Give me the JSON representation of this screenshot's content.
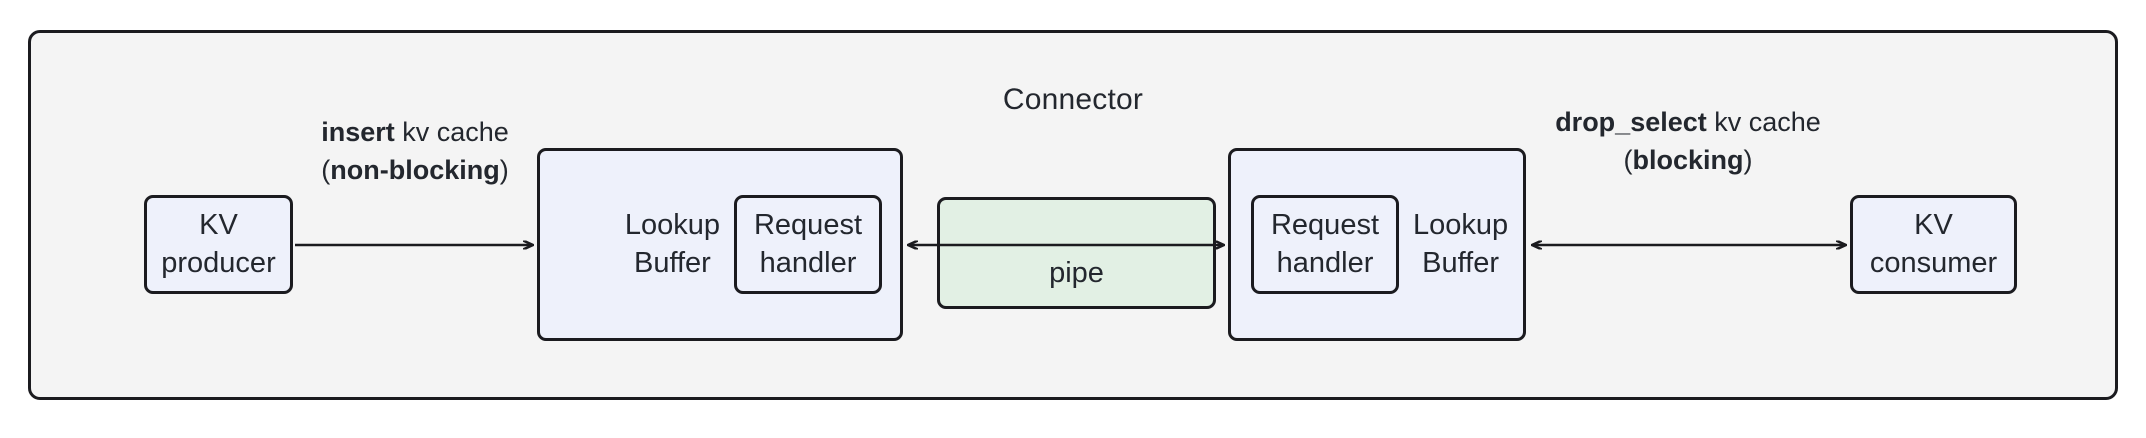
{
  "diagram": {
    "title": "Connector",
    "container_fill": "#f4f4f4",
    "stroke": "#1b1b1f",
    "node_blue_fill": "#eef1fb",
    "node_green_fill": "#e2f0e4",
    "text_color": "#23272e"
  },
  "nodes": {
    "kv_producer": {
      "line1": "KV",
      "line2": "producer"
    },
    "lookup_buffer_left": {
      "line1": "Lookup",
      "line2": "Buffer"
    },
    "request_handler_left": {
      "line1": "Request",
      "line2": "handler"
    },
    "pipe": {
      "label": "pipe"
    },
    "request_handler_right": {
      "line1": "Request",
      "line2": "handler"
    },
    "lookup_buffer_right": {
      "line1": "Lookup",
      "line2": "Buffer"
    },
    "kv_consumer": {
      "line1": "KV",
      "line2": "consumer"
    }
  },
  "edges": {
    "insert": {
      "line1_bold": "insert",
      "line1_rest": " kv cache",
      "line2_open": "(",
      "line2_bold": "non-blocking",
      "line2_close": ")",
      "direction": "producer-to-buffer"
    },
    "drop_select": {
      "line1_bold": "drop_select",
      "line1_rest": " kv cache",
      "line2_open": "(",
      "line2_bold": "blocking",
      "line2_close": ")",
      "direction": "bidirectional"
    },
    "pipe_edge": {
      "direction": "bidirectional"
    }
  }
}
